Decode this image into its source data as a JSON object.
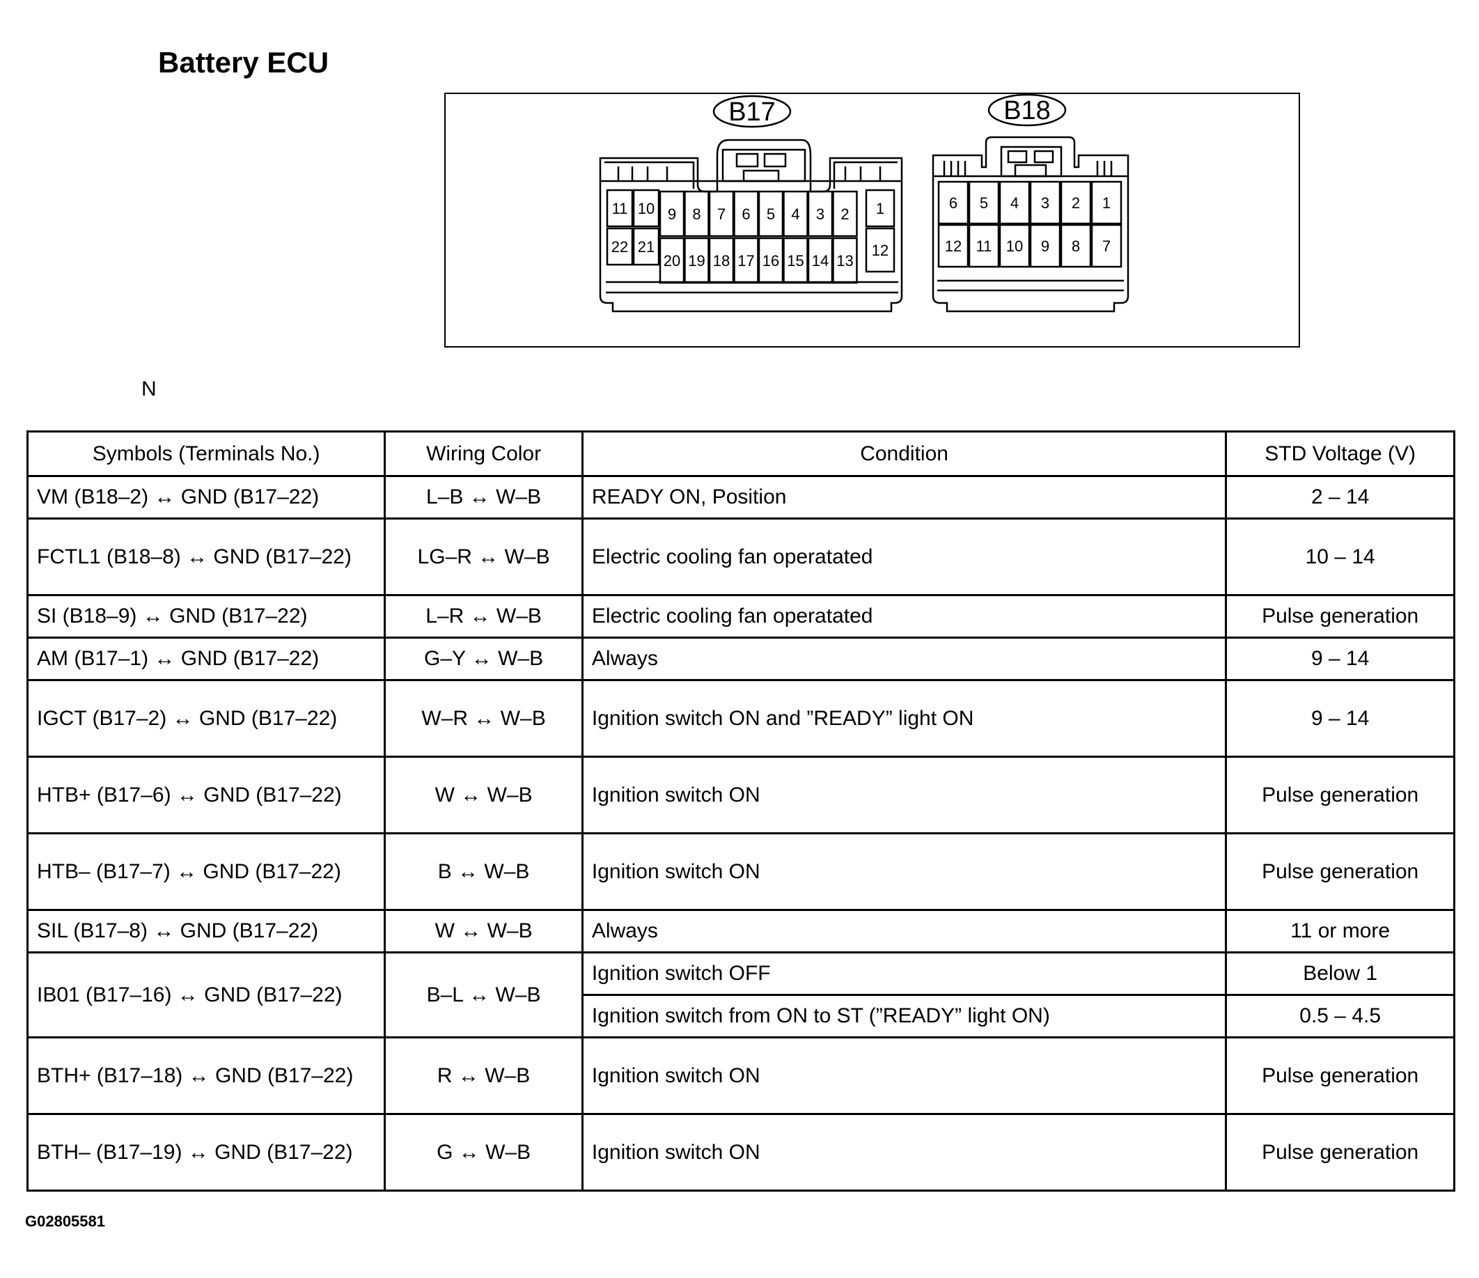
{
  "title": "Battery ECU",
  "connectors": {
    "b17": {
      "label": "B17",
      "top_row": [
        "11",
        "10",
        "9",
        "8",
        "7",
        "6",
        "5",
        "4",
        "3",
        "2",
        "1"
      ],
      "bottom_row": [
        "22",
        "21",
        "20",
        "19",
        "18",
        "17",
        "16",
        "15",
        "14",
        "13",
        "12"
      ]
    },
    "b18": {
      "label": "B18",
      "top_row": [
        "6",
        "5",
        "4",
        "3",
        "2",
        "1"
      ],
      "bottom_row": [
        "12",
        "11",
        "10",
        "9",
        "8",
        "7"
      ]
    }
  },
  "note": "N",
  "table": {
    "headers": [
      "Symbols (Terminals No.)",
      "Wiring Color",
      "Condition",
      "STD Voltage (V)"
    ],
    "rows": [
      {
        "symbol": "VM (B18–2) ↔ GND (B17–22)",
        "wiring": "L–B ↔ W–B",
        "condition": "READY ON, Position",
        "voltage": "2 – 14"
      },
      {
        "symbol": "FCTL1 (B18–8) ↔ GND (B17–22)",
        "wiring": "LG–R ↔ W–B",
        "condition": "Electric cooling fan operatated",
        "voltage": "10 – 14"
      },
      {
        "symbol": "SI (B18–9) ↔ GND (B17–22)",
        "wiring": "L–R ↔ W–B",
        "condition": "Electric cooling fan operatated",
        "voltage": "Pulse generation"
      },
      {
        "symbol": "AM (B17–1) ↔ GND (B17–22)",
        "wiring": "G–Y ↔ W–B",
        "condition": "Always",
        "voltage": "9 – 14"
      },
      {
        "symbol": "IGCT (B17–2) ↔ GND (B17–22)",
        "wiring": "W–R ↔ W–B",
        "condition": "Ignition switch ON and ”READY” light ON",
        "voltage": "9 – 14"
      },
      {
        "symbol": "HTB+ (B17–6) ↔ GND (B17–22)",
        "wiring": "W ↔ W–B",
        "condition": "Ignition switch ON",
        "voltage": "Pulse generation"
      },
      {
        "symbol": "HTB– (B17–7) ↔ GND (B17–22)",
        "wiring": "B ↔ W–B",
        "condition": "Ignition switch ON",
        "voltage": "Pulse generation"
      },
      {
        "symbol": "SIL (B17–8) ↔ GND (B17–22)",
        "wiring": "W ↔ W–B",
        "condition": "Always",
        "voltage": "11 or more"
      },
      {
        "symbol": "IB01 (B17–16) ↔ GND (B17–22)",
        "wiring": "B–L ↔ W–B",
        "condition": "Ignition switch OFF",
        "voltage": "Below 1",
        "condition2": "Ignition switch from ON to ST (”READY” light ON)",
        "voltage2": "0.5 – 4.5"
      },
      {
        "symbol": "BTH+ (B17–18) ↔ GND (B17–22)",
        "wiring": "R ↔ W–B",
        "condition": "Ignition switch ON",
        "voltage": "Pulse generation"
      },
      {
        "symbol": "BTH– (B17–19) ↔ GND (B17–22)",
        "wiring": "G ↔ W–B",
        "condition": "Ignition switch ON",
        "voltage": "Pulse generation"
      }
    ]
  },
  "figure_code": "G02805581"
}
